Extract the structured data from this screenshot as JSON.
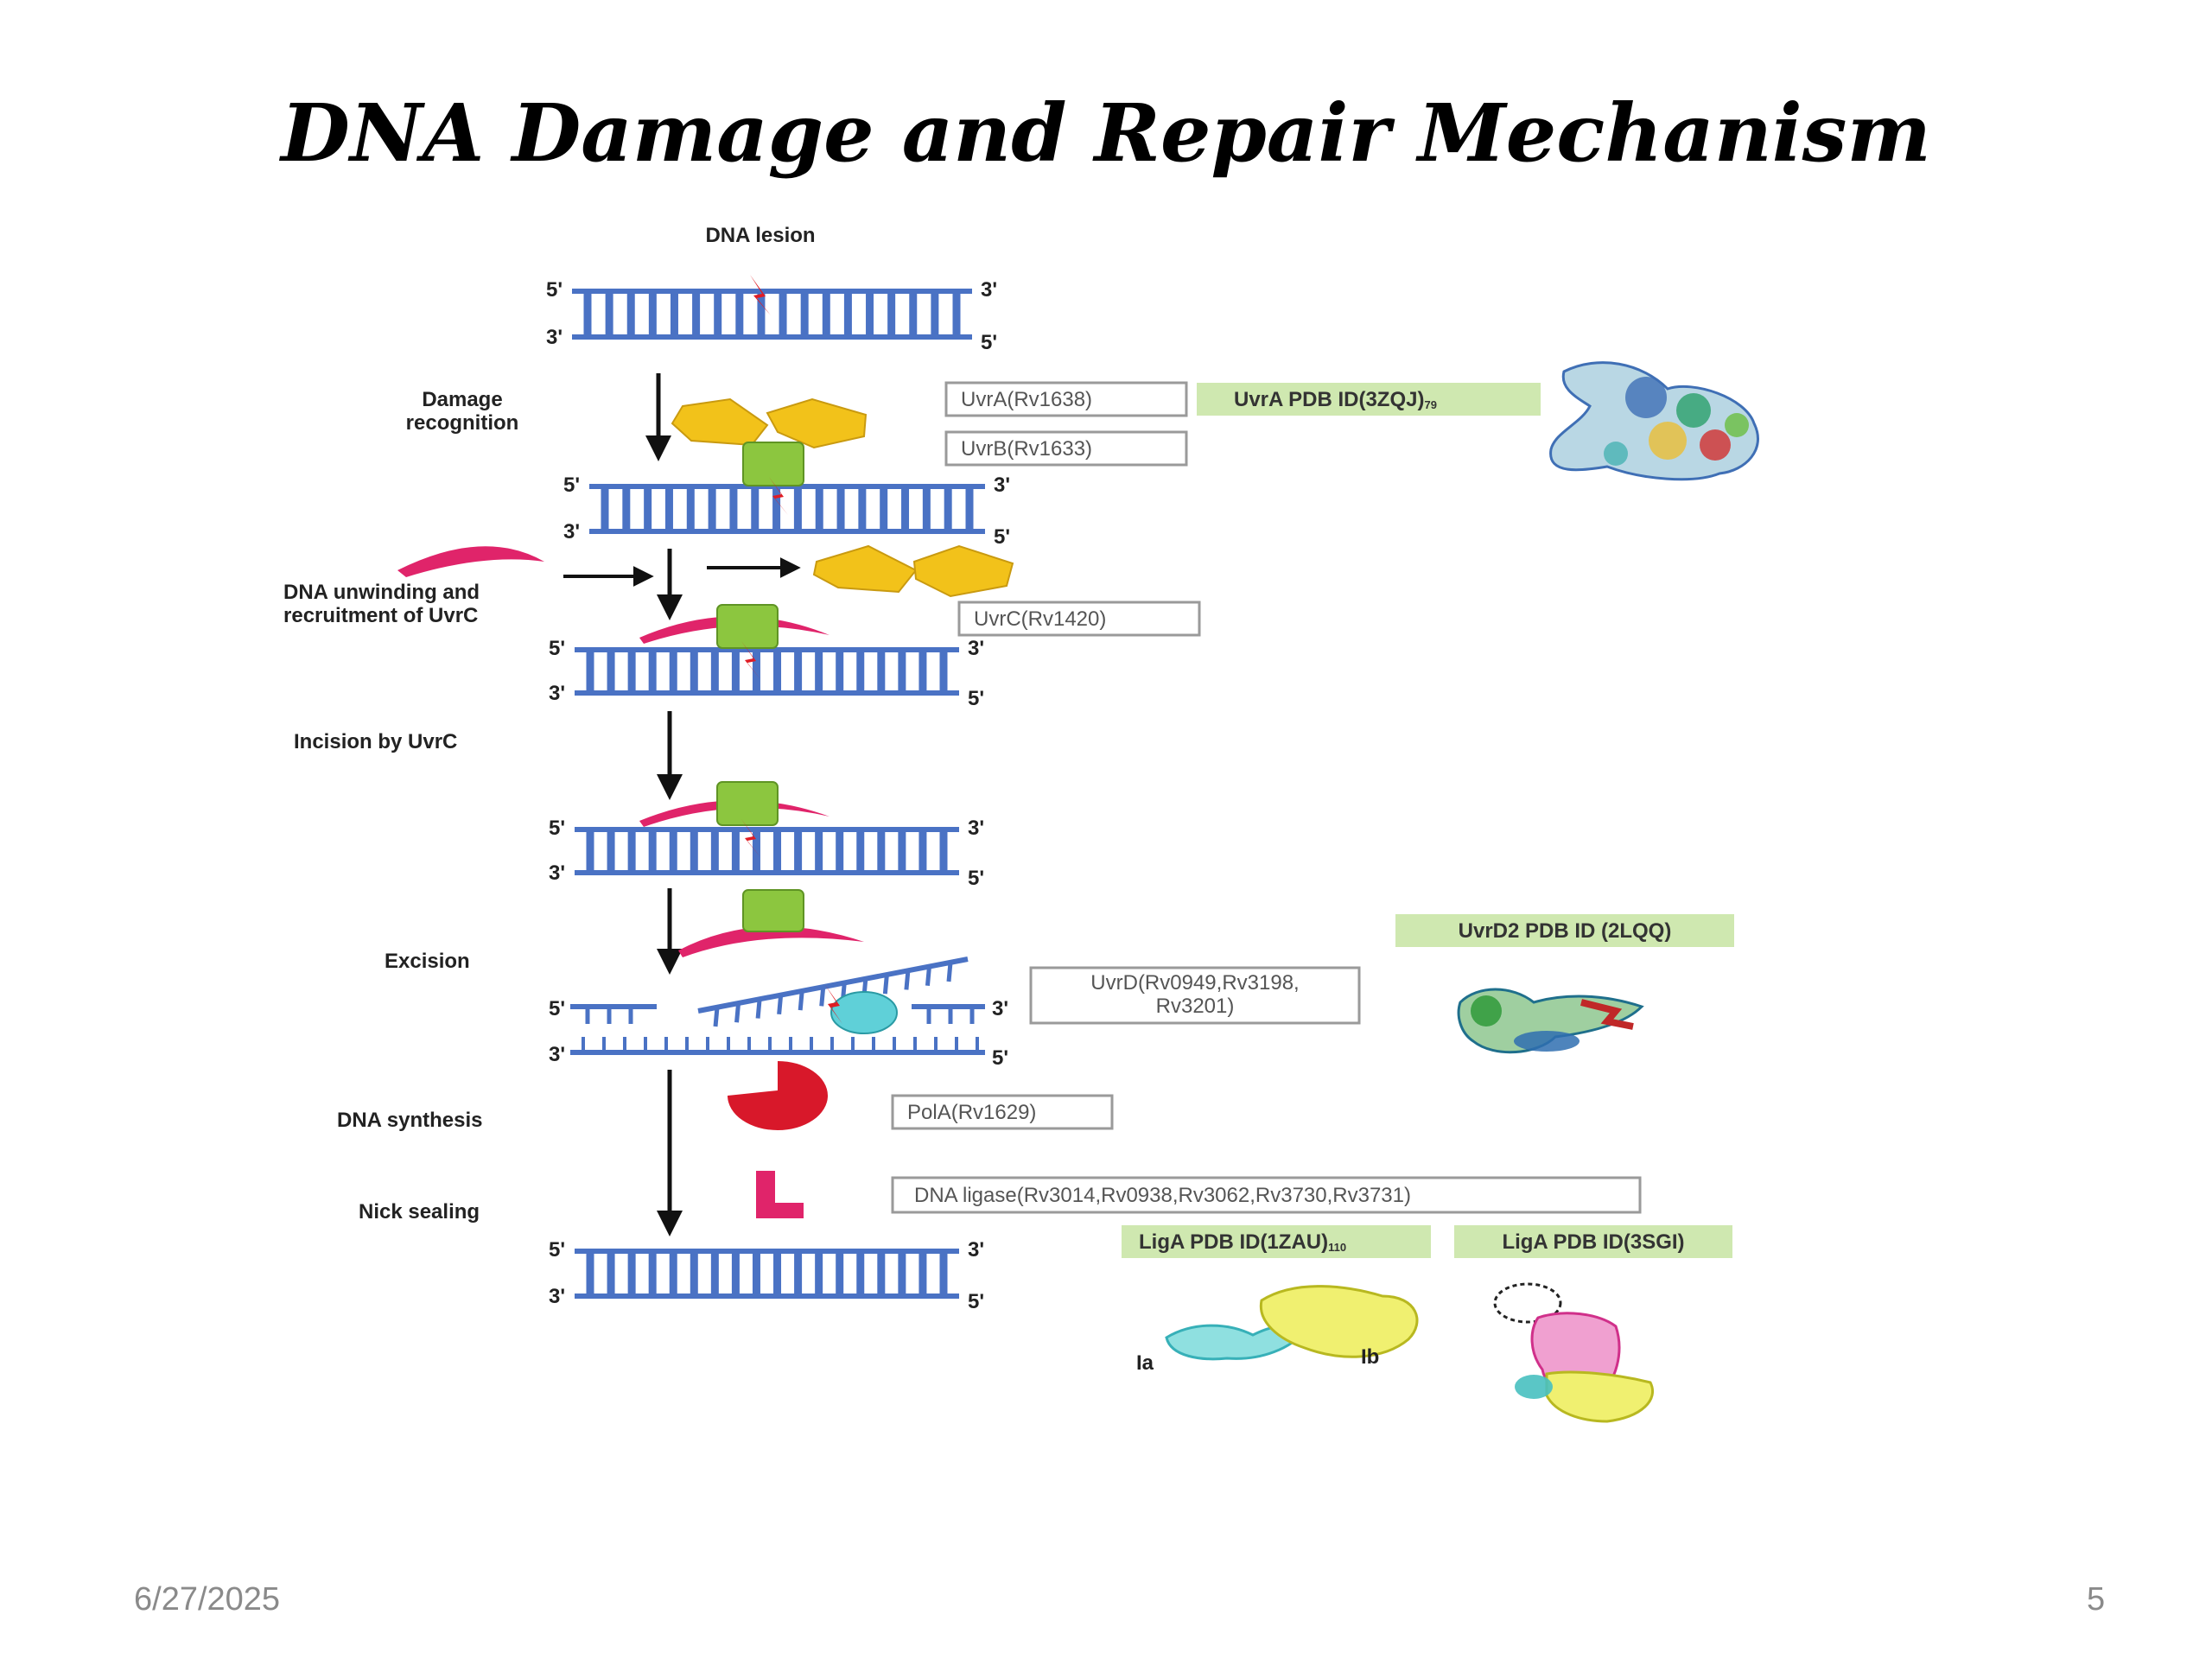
{
  "title": "DNA Damage and Repair Mechanism",
  "footer": {
    "date": "6/27/2025",
    "page": "5"
  },
  "strand_ends": {
    "five": "5'",
    "three": "3'"
  },
  "steps": {
    "dna_lesion": "DNA lesion",
    "damage_recognition": [
      "Damage",
      "recognition"
    ],
    "unwinding": [
      "DNA unwinding and",
      "recruitment of UvrC"
    ],
    "incision": "Incision by UvrC",
    "excision": "Excision",
    "synthesis": "DNA synthesis",
    "nick_sealing": "Nick sealing"
  },
  "proteins": {
    "uvra": "UvrA(Rv1638)",
    "uvrb": "UvrB(Rv1633)",
    "uvrc": "UvrC(Rv1420)",
    "uvrd": [
      "UvrD(Rv0949,Rv3198,",
      "Rv3201)"
    ],
    "pola": "PolA(Rv1629)",
    "ligase": "DNA ligase(Rv3014,Rv0938,Rv3062,Rv3730,Rv3731)"
  },
  "pdb_labels": {
    "uvra": "UvrA PDB ID(3ZQJ)",
    "uvra_ref": "79",
    "uvrd2": "UvrD2 PDB ID (2LQQ)",
    "liga1": "LigA PDB ID(1ZAU)",
    "liga1_ref": "110",
    "liga2": "LigA PDB ID(3SGI)"
  },
  "structure_labels": {
    "ia": "Ia",
    "ib": "Ib"
  },
  "colors": {
    "dna": "#4a72c4",
    "uvra": "#f2c21a",
    "uvrb": "#8cc63f",
    "uvrc": "#e0246a",
    "uvrd": "#5fd0d8",
    "pola": "#d8182a",
    "ligase": "#e0246a",
    "lesion": "#e01c24",
    "pdb_bg": "#cfe8b0"
  }
}
